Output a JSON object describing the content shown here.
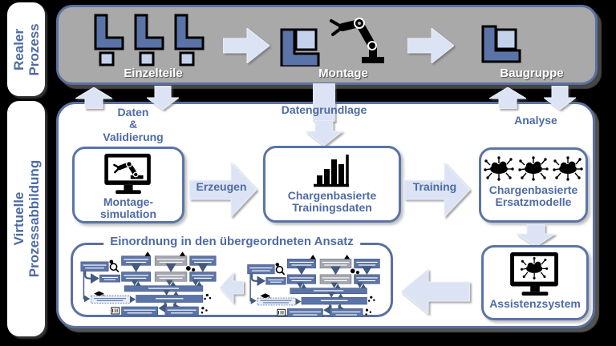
{
  "diagram": {
    "rails": {
      "real": {
        "lines": [
          "Realer",
          "Prozess"
        ]
      },
      "virtual": {
        "lines": [
          "Virtuelle",
          "Prozessabbildung"
        ]
      }
    },
    "real_process": {
      "stages": [
        {
          "id": "einzelteile",
          "label": "Einzelteile",
          "icon": "l-parts-icon"
        },
        {
          "id": "montage",
          "label": "Montage",
          "icon": "robot-assembly-icon"
        },
        {
          "id": "baugruppe",
          "label": "Baugruppe",
          "icon": "assembled-part-icon"
        }
      ]
    },
    "connectors": {
      "daten_validierung": {
        "lines": [
          "Daten",
          "&",
          "Validierung"
        ]
      },
      "datengrundlage": {
        "label": "Datengrundlage"
      },
      "analyse": {
        "label": "Analyse"
      },
      "erzeugen": {
        "label": "Erzeugen"
      },
      "training": {
        "label": "Training"
      }
    },
    "virtual_process": {
      "montagesimulation": {
        "lines": [
          "Montage-",
          "simulation"
        ],
        "icon": "monitor-robot-icon"
      },
      "trainingsdaten": {
        "lines": [
          "Chargenbasierte",
          "Trainingsdaten"
        ],
        "icon": "bar-chart-icon"
      },
      "ersatzmodelle": {
        "lines": [
          "Chargenbasierte",
          "Ersatzmodelle"
        ],
        "icon": "neural-network-icon"
      },
      "assistenzsystem": {
        "label": "Assistenzsystem",
        "icon": "monitor-neural-network-icon"
      },
      "fieldset_title": "Einordnung in den übergeordneten Ansatz"
    },
    "colors": {
      "background": "#000000",
      "border_accent": "#5a719f",
      "text_blue": "#4e6ba5",
      "band_gray": "#a9a9a9",
      "arrow_fill": "#dce3f4",
      "part_dark": "#5b74a8",
      "part_light": "#c5d2ec"
    }
  }
}
